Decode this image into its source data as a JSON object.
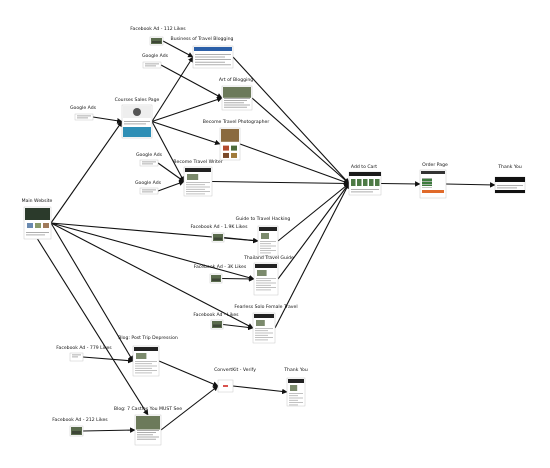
{
  "diagram": {
    "nodes": [
      {
        "id": "fb112",
        "label": "Facebook Ad - 112 Likes",
        "kind": "ad"
      },
      {
        "id": "bizblog",
        "label": "Business of Travel Blogging",
        "kind": "page"
      },
      {
        "id": "gads1",
        "label": "Google Ads",
        "kind": "ad"
      },
      {
        "id": "gads2",
        "label": "Google Ads",
        "kind": "ad"
      },
      {
        "id": "salespage",
        "label": "Courses Sales Page",
        "kind": "page"
      },
      {
        "id": "artblog",
        "label": "Art of Blogging",
        "kind": "page"
      },
      {
        "id": "photog",
        "label": "Become Travel Photographer",
        "kind": "page"
      },
      {
        "id": "gads3",
        "label": "Google Ads",
        "kind": "ad"
      },
      {
        "id": "gads4",
        "label": "Google Ads",
        "kind": "ad"
      },
      {
        "id": "writer",
        "label": "Become Travel Writer",
        "kind": "page"
      },
      {
        "id": "cart",
        "label": "Add to Cart",
        "kind": "page"
      },
      {
        "id": "order",
        "label": "Order Page",
        "kind": "page"
      },
      {
        "id": "thanks1",
        "label": "Thank You",
        "kind": "page"
      },
      {
        "id": "main",
        "label": "Main Website",
        "kind": "page"
      },
      {
        "id": "fb19k",
        "label": "Facebook Ad - 1.9K Likes",
        "kind": "ad"
      },
      {
        "id": "hacking",
        "label": "Guide to Travel Hacking",
        "kind": "page"
      },
      {
        "id": "fb3",
        "label": "Facebook Ad - 3K Likes",
        "kind": "ad"
      },
      {
        "id": "thailand",
        "label": "Thailand Travel Guide",
        "kind": "page"
      },
      {
        "id": "female",
        "label": "Fearless Solo Female Travel",
        "kind": "page"
      },
      {
        "id": "fb4",
        "label": "Facebook Ad - Likes",
        "kind": "ad"
      },
      {
        "id": "fb779",
        "label": "Facebook Ad - 779 Likes",
        "kind": "ad"
      },
      {
        "id": "blog1",
        "label": "Blog: Post Trip Depression",
        "kind": "page"
      },
      {
        "id": "convertkit",
        "label": "ConvertKit - Verify",
        "kind": "page"
      },
      {
        "id": "thanks2",
        "label": "Thank You",
        "kind": "page"
      },
      {
        "id": "fb212",
        "label": "Facebook Ad - 212 Likes",
        "kind": "ad"
      },
      {
        "id": "blog2",
        "label": "Blog: 7 Castles You MUST See",
        "kind": "page"
      }
    ],
    "edges": [
      [
        "fb112",
        "bizblog"
      ],
      [
        "gads1",
        "salespage"
      ],
      [
        "gads2",
        "artblog"
      ],
      [
        "salespage",
        "bizblog"
      ],
      [
        "salespage",
        "artblog"
      ],
      [
        "salespage",
        "photog"
      ],
      [
        "salespage",
        "writer"
      ],
      [
        "gads3",
        "writer"
      ],
      [
        "gads4",
        "writer"
      ],
      [
        "bizblog",
        "cart"
      ],
      [
        "artblog",
        "cart"
      ],
      [
        "photog",
        "cart"
      ],
      [
        "writer",
        "cart"
      ],
      [
        "hacking",
        "cart"
      ],
      [
        "thailand",
        "cart"
      ],
      [
        "female",
        "cart"
      ],
      [
        "cart",
        "order"
      ],
      [
        "order",
        "thanks1"
      ],
      [
        "main",
        "salespage"
      ],
      [
        "main",
        "hacking"
      ],
      [
        "main",
        "thailand"
      ],
      [
        "main",
        "female"
      ],
      [
        "main",
        "blog1"
      ],
      [
        "main",
        "blog2"
      ],
      [
        "fb19k",
        "hacking"
      ],
      [
        "fb3",
        "thailand"
      ],
      [
        "fb4",
        "female"
      ],
      [
        "fb779",
        "blog1"
      ],
      [
        "blog1",
        "convertkit"
      ],
      [
        "blog2",
        "convertkit"
      ],
      [
        "fb212",
        "blog2"
      ],
      [
        "convertkit",
        "thanks2"
      ]
    ]
  }
}
